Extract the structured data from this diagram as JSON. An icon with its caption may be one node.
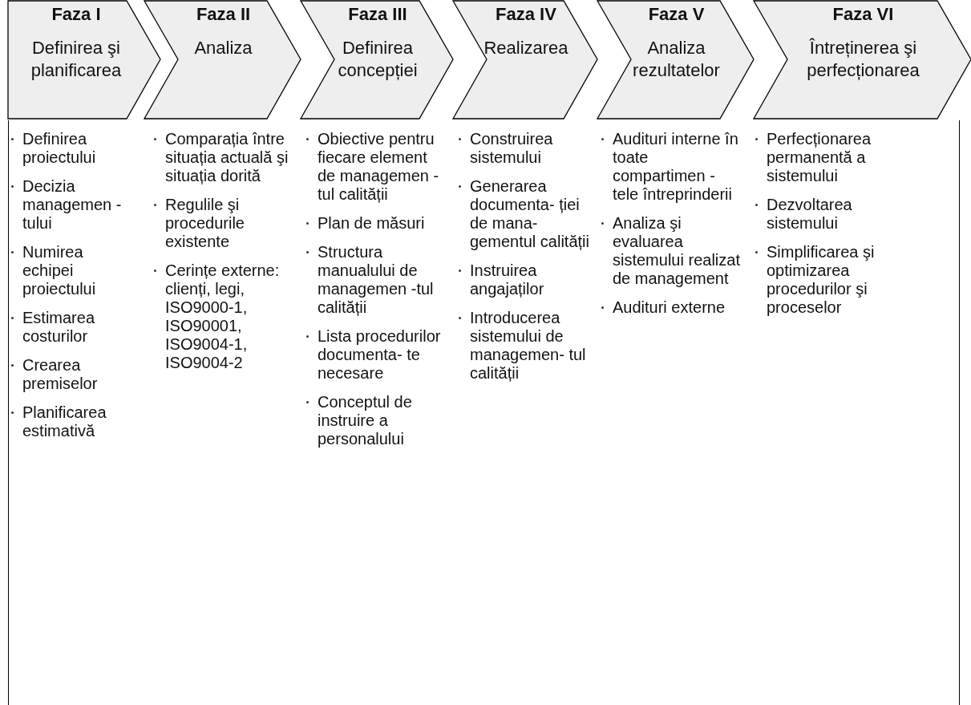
{
  "diagram": {
    "nodes": [
      {
        "text": [
          "Faza I",
          "Definirea şi planificarea"
        ]
      },
      {
        "text": [
          "Faza II",
          "Analiza"
        ]
      },
      {
        "text": [
          "Faza III",
          "Definirea concepției"
        ]
      },
      {
        "text": [
          "Faza IV",
          "Realizarea"
        ]
      },
      {
        "text": [
          "Faza V",
          "Analiza rezultatelor"
        ]
      },
      {
        "text": [
          "Faza VI",
          "Întreținerea şi perfecționarea"
        ]
      }
    ],
    "edges": [],
    "labels": [
      "Definirea proiectului",
      "Decizia managemen -tului",
      "Numirea echipei proiectului",
      "Estimarea costurilor",
      "Crearea premiselor",
      "Planificarea estimativă",
      "Comparația între situația actuală şi situația dorită",
      "Regulile şi procedurile existente",
      "Cerințe externe: clienți, legi, ISO9000-1, ISO90001, ISO9004-1, ISO9004-2",
      "Obiective pentru fiecare element de managemen -tul calității",
      "Plan de măsuri",
      "Structura manualului de managemen -tul calității",
      "Lista procedurilor documenta- te necesare",
      "Conceptul de instruire a personalului",
      "Construirea sistemului",
      "Generarea documenta- ției de mana- gementul calității",
      "Instruirea angajaților",
      "Introducerea sistemului de managemen- tul calității",
      "Audituri interne în toate compartimen -tele întreprinderii",
      "Analiza şi evaluarea sistemului realizat de management",
      "Audituri externe",
      "Perfecționarea permanentă a sistemului",
      "Dezvoltarea sistemului",
      "Simplificarea şi optimizarea procedurilor şi proceselor"
    ]
  }
}
